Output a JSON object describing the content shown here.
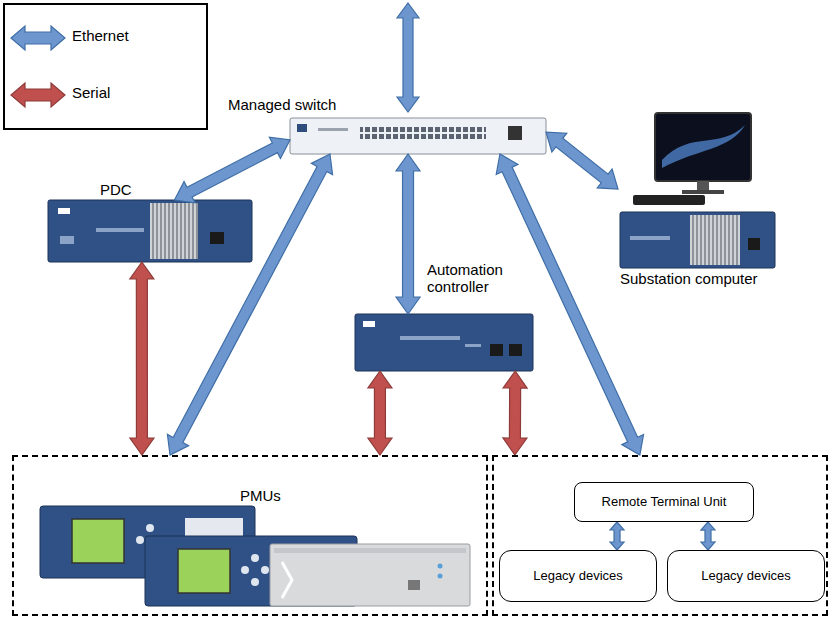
{
  "diagram": {
    "nodes": [
      {
        "text": [
          "Managed switch"
        ]
      },
      {
        "text": [
          "PDC"
        ]
      },
      {
        "text": [
          "Substation computer"
        ]
      },
      {
        "text": [
          "Automation controller"
        ]
      },
      {
        "text": [
          "PMUs"
        ]
      },
      {
        "text": []
      },
      {
        "text": [
          "Remote Terminal Unit"
        ],
        "in": 5
      },
      {
        "text": [
          "Legacy devices"
        ],
        "in": 5
      },
      {
        "text": [
          "Legacy devices"
        ],
        "in": 5
      }
    ],
    "edges": [
      {
        "from": 0,
        "to": 1,
        "arrow": "both"
      },
      {
        "from": 0,
        "to": 2,
        "arrow": "both"
      },
      {
        "from": 0,
        "to": 3,
        "arrow": "both"
      },
      {
        "from": 0,
        "to": 4,
        "arrow": "both"
      },
      {
        "from": 0,
        "to": 5,
        "arrow": "both"
      },
      {
        "from": 1,
        "to": 4,
        "arrow": "both"
      },
      {
        "from": 3,
        "to": 4,
        "arrow": "both"
      },
      {
        "from": 3,
        "to": 5,
        "arrow": "both"
      },
      {
        "from": 6,
        "to": 7,
        "arrow": "both"
      },
      {
        "from": 6,
        "to": 8,
        "arrow": "both"
      }
    ],
    "legend": [
      {
        "text": "Ethernet"
      },
      {
        "text": "Serial"
      }
    ]
  }
}
